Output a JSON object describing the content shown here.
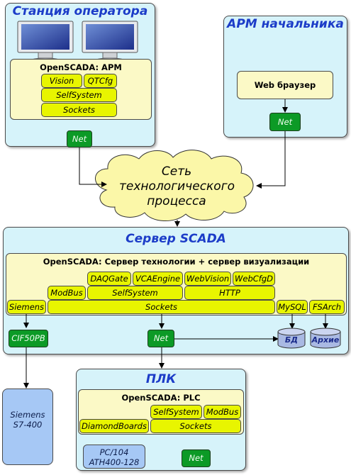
{
  "operator_station": {
    "title": "Станция оператора",
    "block_title": "OpenSCADA: APM",
    "modules": {
      "vision": "Vision",
      "qtcfg": "QTCfg",
      "selfsystem": "SelfSystem",
      "sockets": "Sockets"
    },
    "net": "Net"
  },
  "chief_station": {
    "title": "АРМ начальника",
    "browser": "Web браузер",
    "net": "Net"
  },
  "network_cloud": {
    "line1": "Сеть",
    "line2": "технологического",
    "line3": "процесса"
  },
  "scada_server": {
    "title": "Сервер SCADA",
    "block_title": "OpenSCADA: Сервер технологии + сервер визуализации",
    "modules": {
      "daqgate": "DAQGate",
      "vcaengine": "VCAEngine",
      "webvision": "WebVision",
      "webcfgd": "WebCfgD",
      "modbus": "ModBus",
      "selfsystem": "SelfSystem",
      "http": "HTTP",
      "siemens": "Siemens",
      "sockets": "Sockets",
      "mysql": "MySQL",
      "fsarch": "FSArch"
    },
    "cif50pb": "CIF50PB",
    "net": "Net",
    "db": "БД",
    "archive": "Архие"
  },
  "siemens_plc": {
    "line1": "Siemens",
    "line2": "S7-400"
  },
  "plc": {
    "title": "ПЛК",
    "block_title": "OpenSCADA: PLC",
    "modules": {
      "selfsystem": "SelfSystem",
      "modbus": "ModBus",
      "diamondboards": "DiamondBoards",
      "sockets": "Sockets"
    },
    "board_line1": "PC/104",
    "board_line2": "ATH400-128",
    "net": "Net"
  },
  "colors": {
    "panel_bg": "#d6f3fa",
    "title_blue": "#1c3cc8",
    "module_yellow": "#e8f500",
    "block_cream": "#fbf9c6",
    "net_green": "#0c9a26",
    "device_blue": "#a6c8f5",
    "cloud": "#fbf7a8"
  }
}
